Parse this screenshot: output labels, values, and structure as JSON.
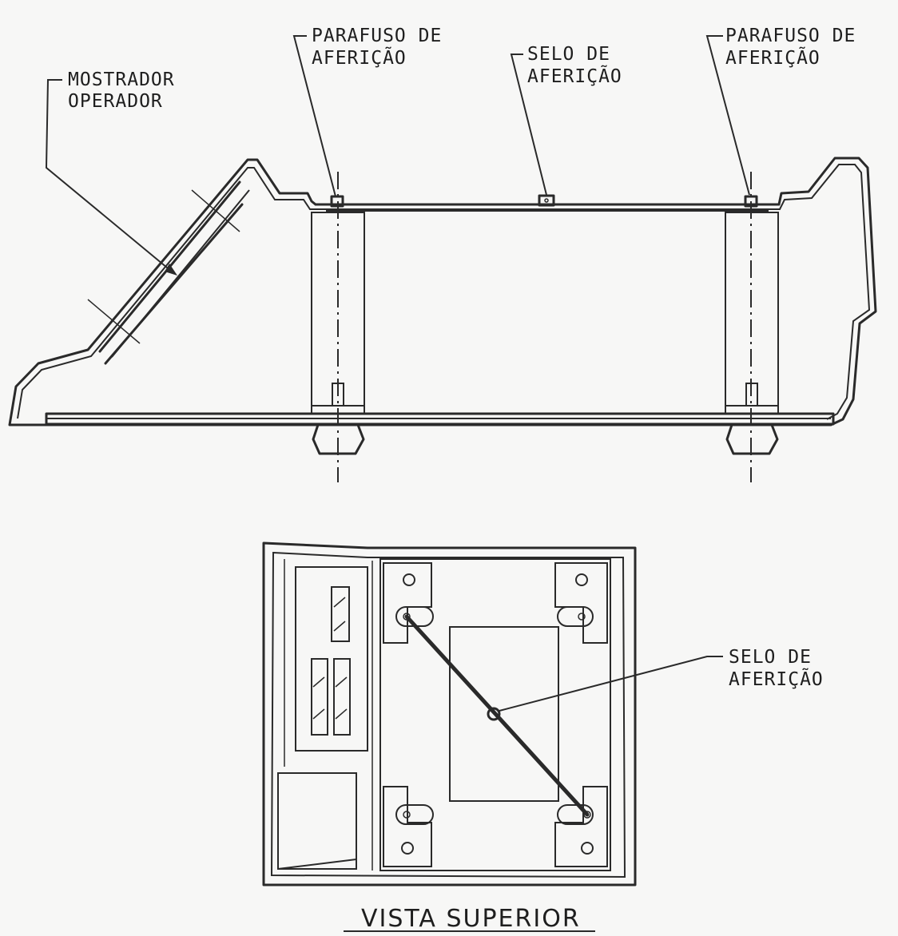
{
  "side_view": {
    "labels": {
      "display_operator": [
        "MOSTRADOR",
        "OPERADOR"
      ],
      "calibration_screw_left": [
        "PARAFUSO DE",
        "AFERIÇÃO"
      ],
      "calibration_seal": [
        "SELO DE",
        "AFERIÇÃO"
      ],
      "calibration_screw_right": [
        "PARAFUSO DE",
        "AFERIÇÃO"
      ]
    }
  },
  "top_view": {
    "labels": {
      "calibration_seal": [
        "SELO DE",
        "AFERIÇÃO"
      ]
    },
    "title": "VISTA SUPERIOR"
  },
  "colors": {
    "ink": "#2a2a2a",
    "paper": "#f7f7f6"
  }
}
